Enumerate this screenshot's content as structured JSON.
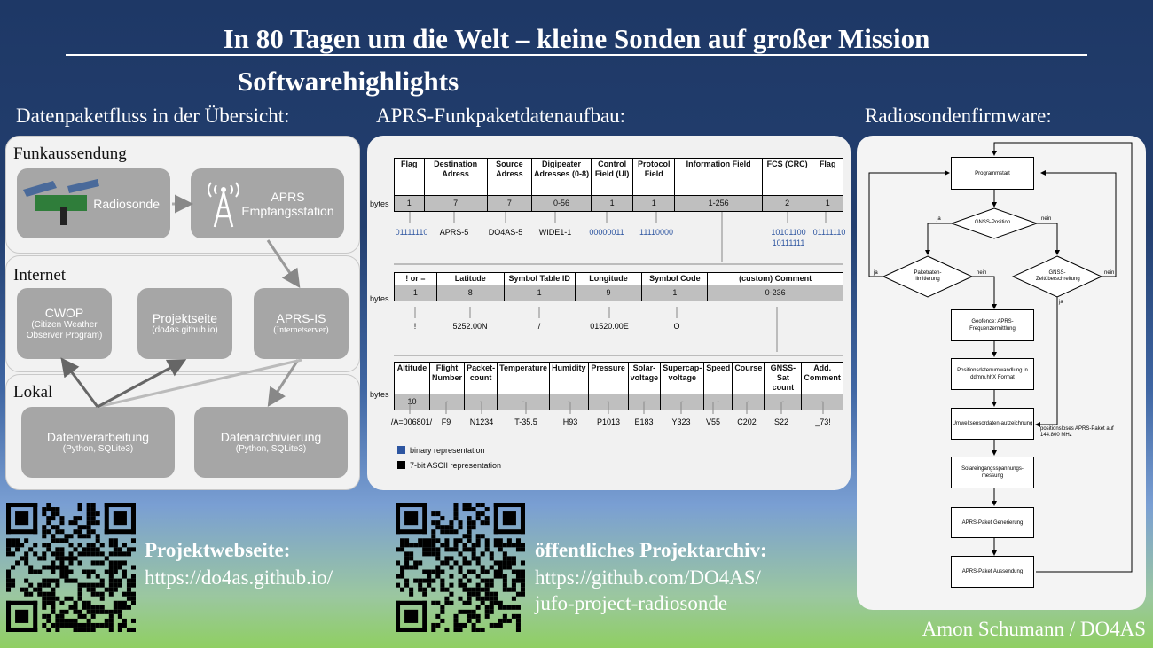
{
  "title": "In 80 Tagen um die Welt – kleine Sonden auf großer Mission",
  "subtitle": "Softwarehighlights",
  "headings": {
    "left": "Datenpaketfluss in der Übersicht:",
    "middle": "APRS-Funkpaketdatenaufbau:",
    "right": "Radiosondenfirmware:"
  },
  "flow": {
    "funk": {
      "title": "Funkaussendung",
      "radiosonde": "Radiosonde",
      "station_l1": "APRS",
      "station_l2": "Empfangsstation"
    },
    "internet": {
      "title": "Internet",
      "cwop": "CWOP",
      "cwop_sub": "(Citizen Weather Observer Program)",
      "projekt": "Projektseite",
      "projekt_sub": "(do4as.github.io)",
      "aprsis": "APRS-IS",
      "aprsis_sub": "(Internetserver)"
    },
    "lokal": {
      "title": "Lokal",
      "verarb": "Datenverarbeitung",
      "verarb_sub": "(Python, SQLite3)",
      "archiv": "Datenarchivierung",
      "archiv_sub": "(Python, SQLite3)"
    }
  },
  "aprs": {
    "bytes_label": "bytes",
    "t1": {
      "headers": [
        "Flag",
        "Destination Adress",
        "Source Adress",
        "Digipeater Adresses (0-8)",
        "Control Field (UI)",
        "Protocol Field",
        "Information Field",
        "FCS (CRC)",
        "Flag"
      ],
      "bytes": [
        "1",
        "7",
        "7",
        "0-56",
        "1",
        "1",
        "1-256",
        "2",
        "1"
      ],
      "examples": [
        "01111110",
        "APRS-5",
        "DO4AS-5",
        "WIDE1-1",
        "00000011",
        "11110000",
        "10101100",
        "10111111",
        "01111110"
      ]
    },
    "t2": {
      "headers": [
        "! or =",
        "Latitude",
        "Symbol Table ID",
        "Longitude",
        "Symbol Code",
        "(custom) Comment"
      ],
      "bytes": [
        "1",
        "8",
        "1",
        "9",
        "1",
        "0-236"
      ],
      "examples": [
        "!",
        "5252.00N",
        "/",
        "01520.00E",
        "O"
      ]
    },
    "t3": {
      "headers": [
        "Altitude",
        "Flight Number",
        "Packet-count",
        "Temperature",
        "Humidity",
        "Pressure",
        "Solar-voltage",
        "Supercap-voltage",
        "Speed",
        "Course",
        "GNSS-Sat count",
        "Add. Comment"
      ],
      "bytes": [
        "10",
        "-",
        "-",
        "-",
        "-",
        "-",
        "-",
        "-",
        "-",
        "-",
        "-",
        "-"
      ],
      "examples": [
        "/A=006801/",
        "F9",
        "N1234",
        "T-35.5",
        "H93",
        "P1013",
        "E183",
        "Y323",
        "V55",
        "C202",
        "S22",
        "_73!"
      ]
    },
    "legend": {
      "binary": "binary representation",
      "ascii": "7-bit ASCII representation",
      "binary_color": "#2d55a0",
      "ascii_color": "#000000"
    }
  },
  "fw": {
    "start": "Programmstart",
    "gnss": "GNSS-Position",
    "ja": "ja",
    "nein": "nein",
    "rate": "Paketraten-limitierung",
    "timeout": "GNSS-Zeitüberschreitung",
    "geofence": "Geofence: APRS-Frequenzermittlung",
    "posconv": "Positionsdatenumwandlung in ddmm.hhX Format",
    "sensors": "Umweltsensordaten-aufzeichnung",
    "nopos": "positionsloses APRS-Paket auf 144.800 MHz",
    "solar": "Solareingangsspannungs-messung",
    "gen": "APRS-Paket Generierung",
    "send": "APRS-Paket Aussendung"
  },
  "links": {
    "web_h": "Projektwebseite:",
    "web": "https://do4as.github.io/",
    "archive_h": "öffentliches Projektarchiv:",
    "archive_1": "https://github.com/DO4AS/",
    "archive_2": "jufo-project-radiosonde"
  },
  "author": "Amon Schumann / DO4AS"
}
